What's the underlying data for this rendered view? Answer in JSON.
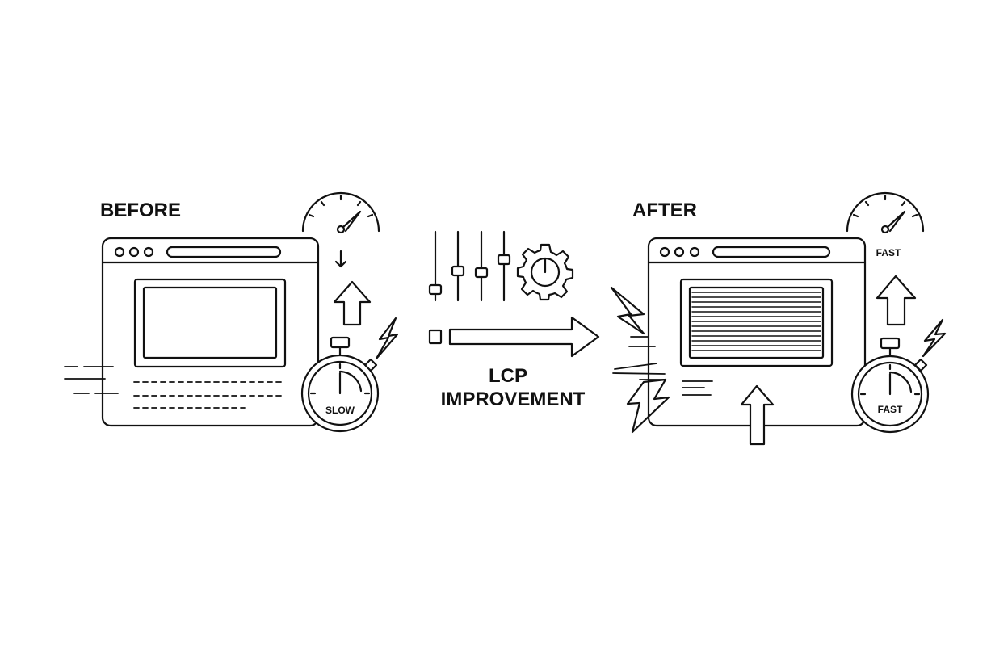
{
  "before": {
    "heading": "BEFORE",
    "stopwatch_label": "SLOW"
  },
  "after": {
    "heading": "AFTER",
    "gauge_label": "FAST",
    "stopwatch_label": "FAST"
  },
  "center": {
    "title_line1": "LCP",
    "title_line2": "IMPROVEMENT"
  },
  "colors": {
    "ink": "#111111",
    "background": "#ffffff"
  },
  "icons": [
    "browser-window-icon",
    "speedometer-icon",
    "stopwatch-icon",
    "up-arrow-icon",
    "down-arrow-icon",
    "lightning-bolt-icon",
    "slider-controls-icon",
    "gear-icon",
    "right-arrow-icon"
  ]
}
